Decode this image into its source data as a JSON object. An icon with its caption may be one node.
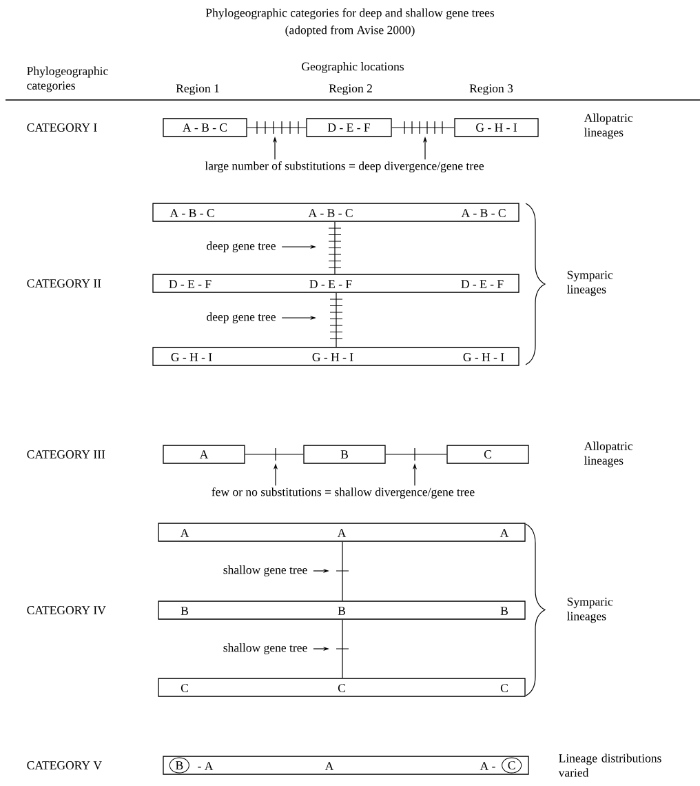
{
  "diagram": {
    "title": "Phylogeographic categories for deep and shallow gene trees",
    "nodes": [
      {
        "text": [
          "A - B - C"
        ]
      },
      {
        "text": [
          "D - E - F"
        ]
      },
      {
        "text": [
          "G - H - I"
        ]
      },
      {
        "text": [
          "large number of substitutions = deep divergence/gene tree"
        ]
      },
      {
        "text": [
          "A - B - C",
          "A - B - C",
          "A - B - C"
        ]
      },
      {
        "text": [
          "D - E - F",
          "D - E - F",
          "D - E - F"
        ]
      },
      {
        "text": [
          "G - H - I",
          "G - H - I",
          "G - H - I"
        ]
      },
      {
        "text": [
          "deep gene tree"
        ]
      },
      {
        "text": [
          "deep gene tree"
        ]
      },
      {
        "text": [
          "A"
        ]
      },
      {
        "text": [
          "B"
        ]
      },
      {
        "text": [
          "C"
        ]
      },
      {
        "text": [
          "few or no substitutions = shallow divergence/gene tree"
        ]
      },
      {
        "text": [
          "A",
          "A",
          "A"
        ]
      },
      {
        "text": [
          "B",
          "B",
          "B"
        ]
      },
      {
        "text": [
          "C",
          "C",
          "C"
        ]
      },
      {
        "text": [
          "shallow gene tree"
        ]
      },
      {
        "text": [
          "shallow gene tree"
        ]
      },
      {
        "text": [
          "- A",
          "A",
          "A -"
        ]
      },
      {
        "text": [
          "B"
        ],
        "in": 18
      },
      {
        "text": [
          "C"
        ],
        "in": 18
      }
    ],
    "edges": [
      {
        "from": 0,
        "to": 1,
        "arrow": "none"
      },
      {
        "from": 1,
        "to": 2,
        "arrow": "none"
      },
      {
        "from": 3,
        "to": null,
        "arrow": "to"
      },
      {
        "from": 3,
        "to": null,
        "arrow": "to"
      },
      {
        "from": 4,
        "to": 5,
        "arrow": "none"
      },
      {
        "from": 5,
        "to": 6,
        "arrow": "none"
      },
      {
        "from": 7,
        "to": null,
        "arrow": "to"
      },
      {
        "from": 8,
        "to": null,
        "arrow": "to"
      },
      {
        "from": 9,
        "to": 10,
        "arrow": "none"
      },
      {
        "from": 10,
        "to": 11,
        "arrow": "none"
      },
      {
        "from": 12,
        "to": null,
        "arrow": "to"
      },
      {
        "from": 12,
        "to": null,
        "arrow": "to"
      },
      {
        "from": 13,
        "to": 14,
        "arrow": "none"
      },
      {
        "from": 14,
        "to": 15,
        "arrow": "none"
      },
      {
        "from": 16,
        "to": null,
        "arrow": "to"
      },
      {
        "from": 17,
        "to": null,
        "arrow": "to"
      }
    ],
    "labels": [
      "(adopted from Avise 2000)",
      "Phylogeographic categories",
      "Geographic locations",
      "Region 1",
      "Region 2",
      "Region 3",
      "CATEGORY I",
      "Allopatric lineages",
      "CATEGORY II",
      "Symparic lineages",
      "CATEGORY III",
      "Allopatric lineages",
      "CATEGORY IV",
      "Symparic lineages",
      "CATEGORY V",
      "Lineage distributions varied"
    ]
  }
}
